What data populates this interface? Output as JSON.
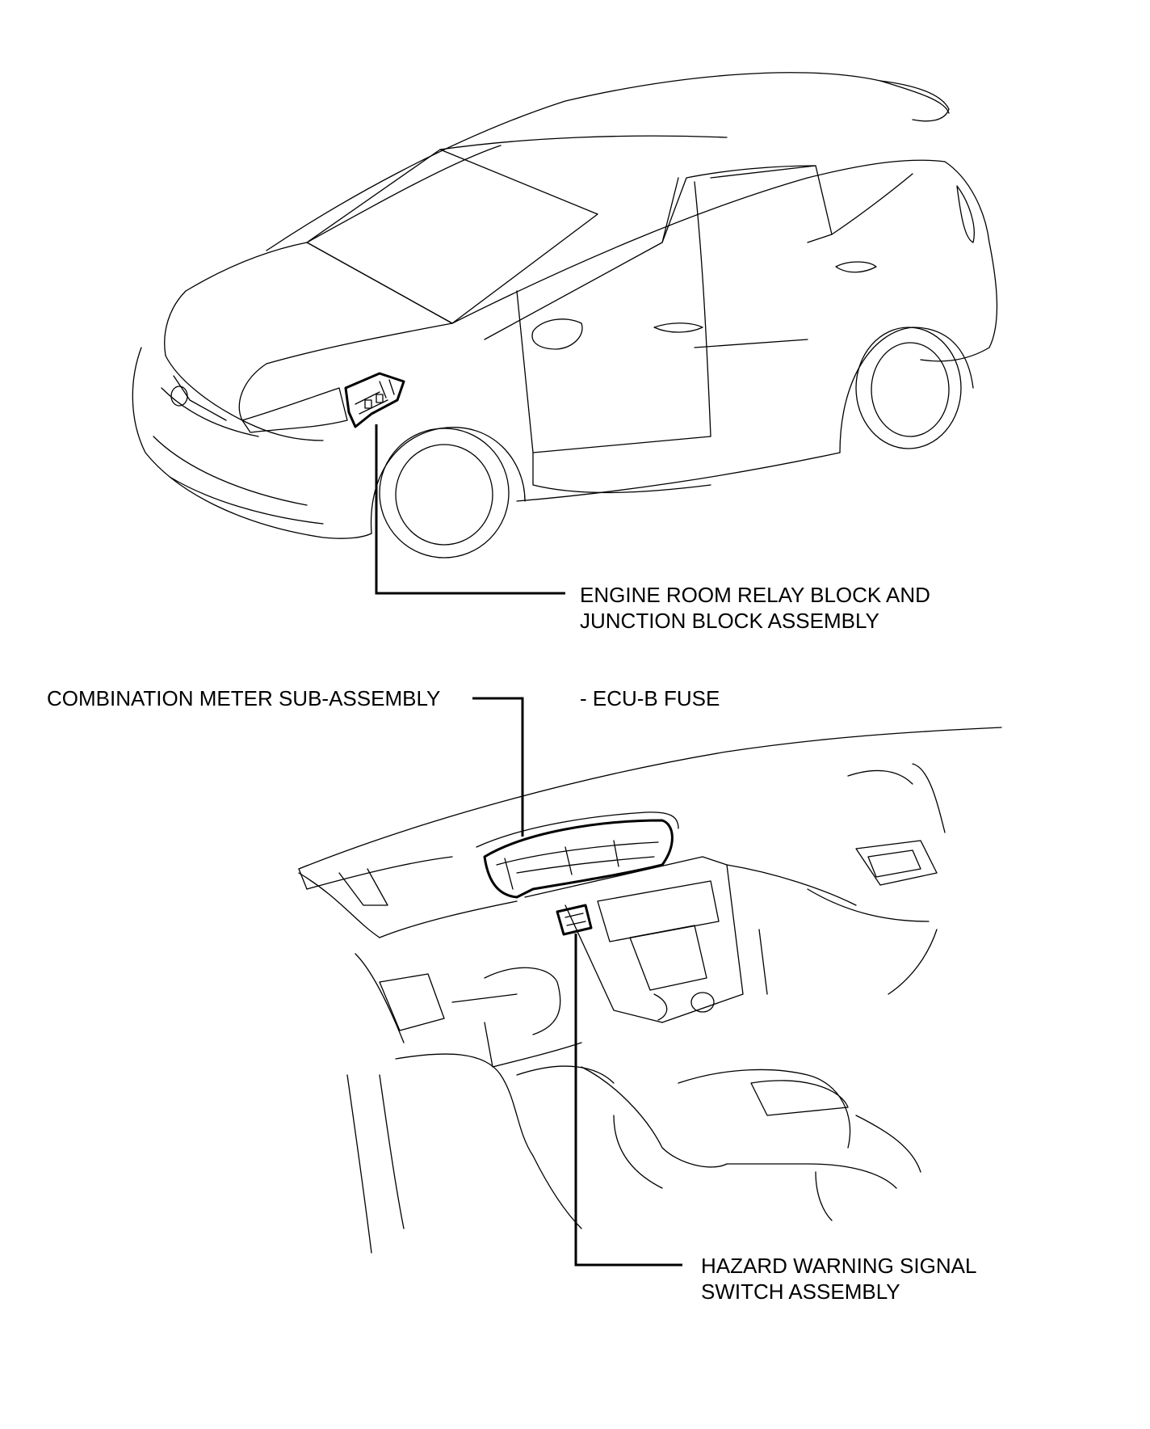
{
  "labels": {
    "engine_room_line1": "ENGINE ROOM RELAY BLOCK AND",
    "engine_room_line2": "JUNCTION BLOCK ASSEMBLY",
    "combination_meter": "COMBINATION METER SUB-ASSEMBLY",
    "ecu_b_fuse": "- ECU-B FUSE",
    "hazard_line1": "HAZARD WARNING SIGNAL",
    "hazard_line2": "SWITCH ASSEMBLY"
  }
}
